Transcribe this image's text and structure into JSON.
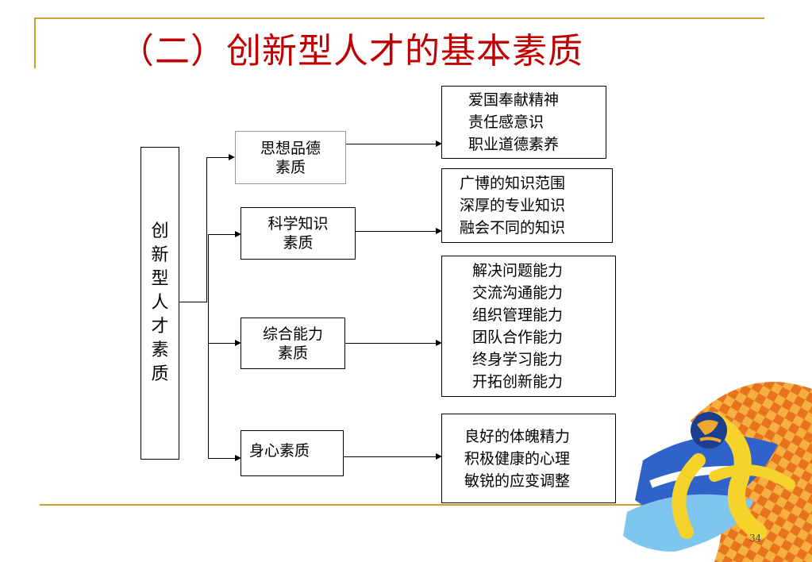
{
  "slide": {
    "title": "（二）创新型人才的基本素质",
    "page_number": "34"
  },
  "diagram": {
    "root": "创新型人才素质",
    "branches": [
      {
        "label_line1": "思想品德",
        "label_line2": "素质",
        "details": [
          "爱国奉献精神",
          "责任感意识",
          "职业道德素养"
        ]
      },
      {
        "label_line1": "科学知识",
        "label_line2": "素质",
        "details": [
          "广博的知识范围",
          "深厚的专业知识",
          "融会不同的知识"
        ]
      },
      {
        "label_line1": "综合能力",
        "label_line2": "素质",
        "details": [
          "解决问题能力",
          "交流沟通能力",
          "组织管理能力",
          "团队合作能力",
          "终身学习能力",
          "开拓创新能力"
        ]
      },
      {
        "label_line1": "身心素质",
        "label_line2": "",
        "details": [
          "良好的体魄精力",
          "积极健康的心理",
          "敏锐的应变调整"
        ]
      }
    ]
  },
  "colors": {
    "title": "#c00000",
    "rule": "#c9a227"
  }
}
